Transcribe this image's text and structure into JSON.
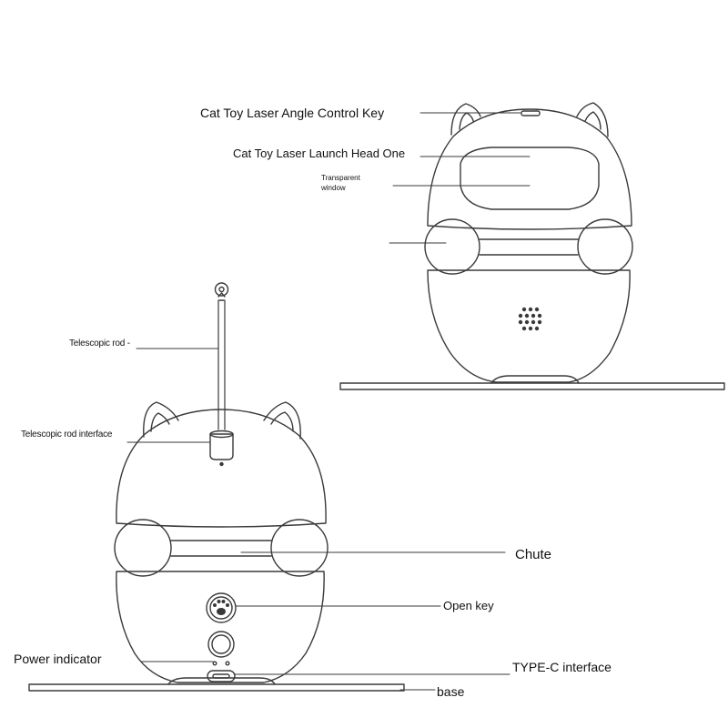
{
  "labels": {
    "laser_angle_key": "Cat Toy Laser Angle Control Key",
    "laser_launch_head": "Cat Toy Laser Launch Head One",
    "transparent_window_line1": "Transparent",
    "transparent_window_line2": "window",
    "telescopic_rod": "Telescopic rod -",
    "telescopic_rod_interface": "Telescopic rod interface",
    "chute": "Chute",
    "open_key": "Open key",
    "power_indicator": "Power indicator",
    "type_c_interface": "TYPE-C interface",
    "base": "base"
  },
  "colors": {
    "line": "#3a3a3a",
    "fill": "#ffffff"
  }
}
